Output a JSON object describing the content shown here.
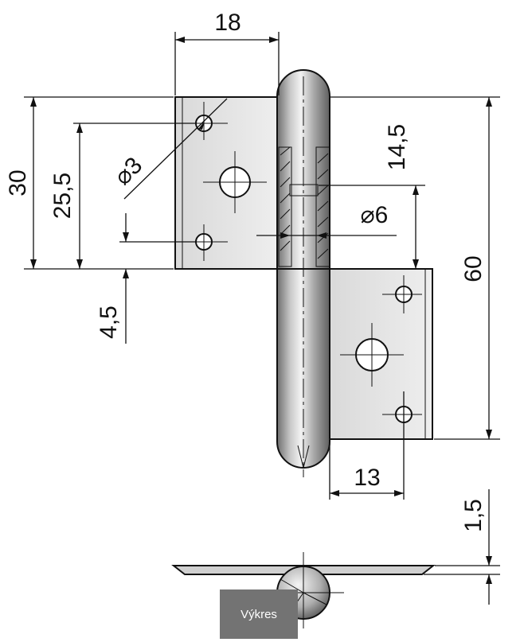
{
  "drawing": {
    "dimensions": {
      "leaf_width": "18",
      "leaf_height": "30",
      "hole_spacing": "25,5",
      "hole_diameter": "⌀3",
      "hole_edge_offset": "4,5",
      "pin_height": "14,5",
      "pin_diameter": "⌀6",
      "total_height": "60",
      "lower_leaf_width": "13",
      "thickness": "1,5"
    }
  },
  "caption": {
    "label": "Výkres"
  },
  "colors": {
    "line": "#111111",
    "metal_light": "#e4e4e4",
    "metal_dark": "#8f8f8f",
    "tab_background": "#737373"
  }
}
